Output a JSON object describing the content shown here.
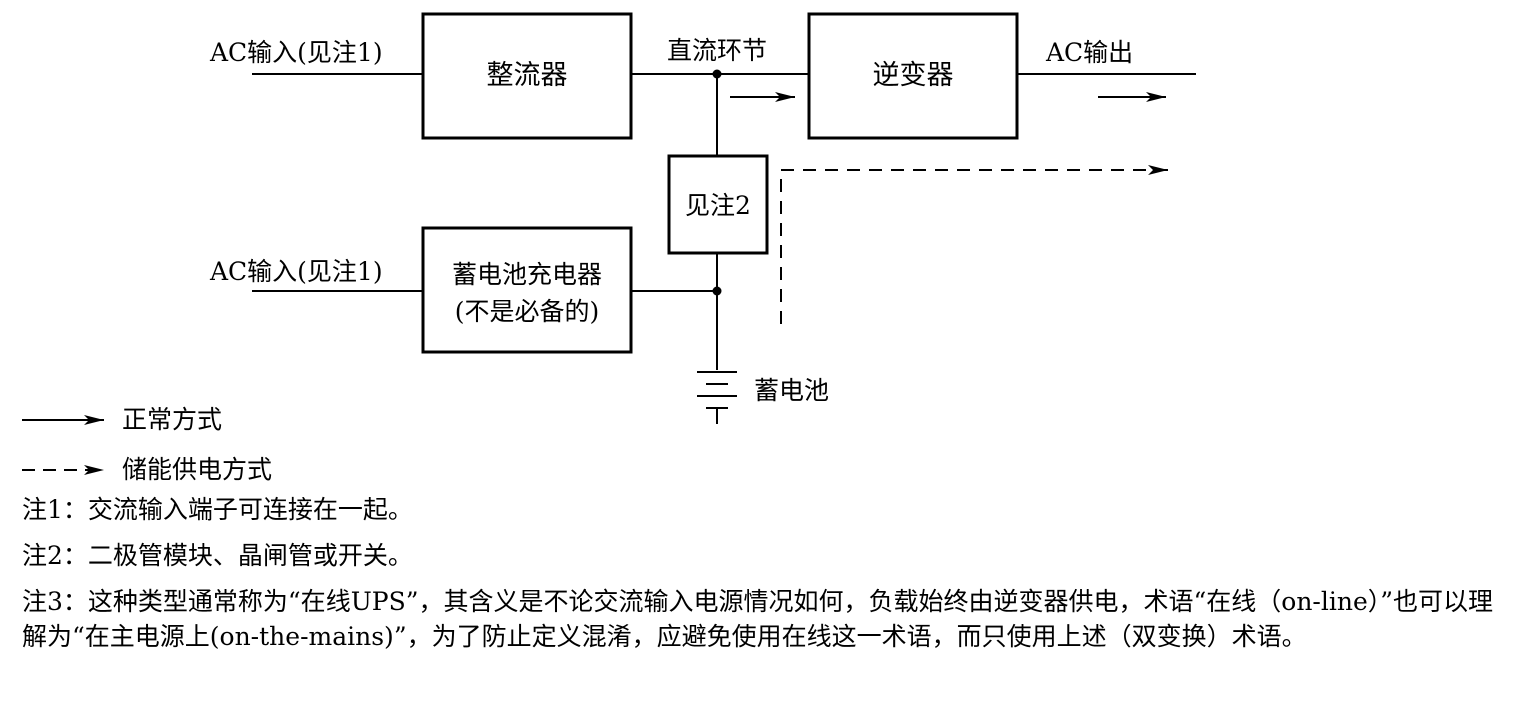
{
  "diagram": {
    "ac_input_top": "AC输入(见注1)",
    "rectifier": "整流器",
    "dc_link": "直流环节",
    "inverter": "逆变器",
    "ac_output": "AC输出",
    "note2_box": "见注2",
    "ac_input_bottom": "AC输入(见注1)",
    "charger_line1": "蓄电池充电器",
    "charger_line2": "(不是必备的)",
    "battery": "蓄电池"
  },
  "legend": {
    "normal_mode": "正常方式",
    "stored_energy_mode": "储能供电方式"
  },
  "notes": {
    "note1": "注1：交流输入端子可连接在一起。",
    "note2": "注2：二极管模块、晶闸管或开关。",
    "note3": "注3：这种类型通常称为“在线UPS”，其含义是不论交流输入电源情况如何，负载始终由逆变器供电，术语“在线（on-line）”也可以理解为“在主电源上(on-the-mains)”，为了防止定义混淆，应避免使用在线这一术语，而只使用上述（双变换）术语。"
  }
}
